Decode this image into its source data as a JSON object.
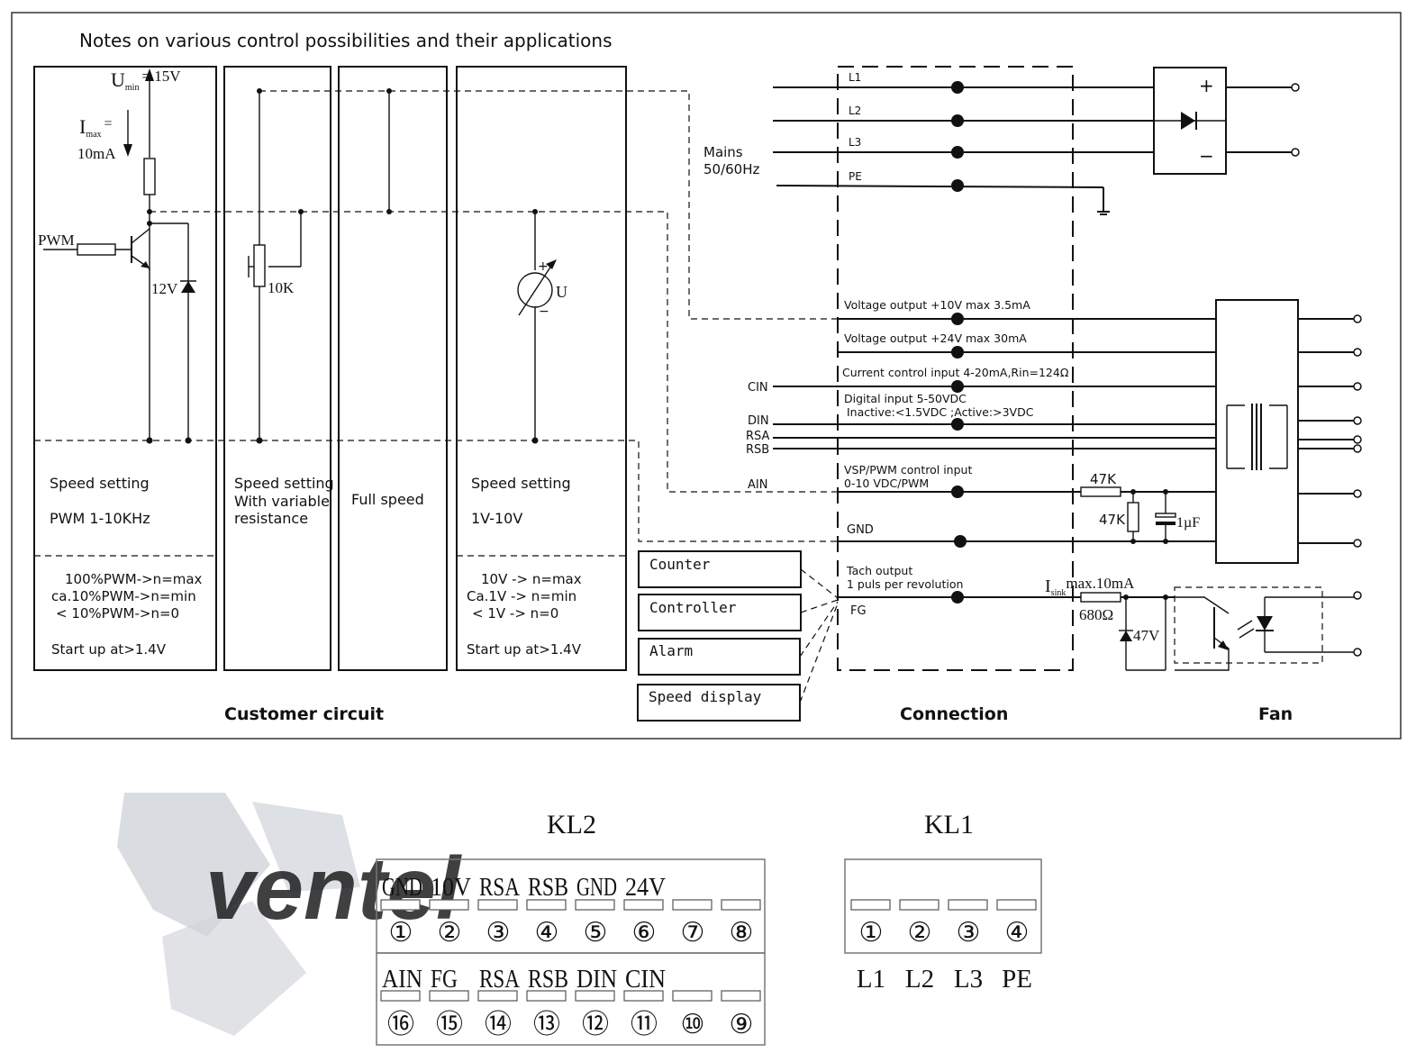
{
  "title": "Notes on various control possibilities and their applications",
  "sections": {
    "customer": "Customer circuit",
    "connection": "Connection",
    "fan": "Fan"
  },
  "panel1": {
    "umin": "U",
    "umin_sub": "min",
    "umin_val": "= 15V",
    "imax": "I",
    "imax_sub": "max",
    "imax_eq": "=",
    "imax_val": "10mA",
    "pwm": "PWM",
    "zener": "12V",
    "line1": "Speed setting",
    "line2": "PWM  1-10KHz",
    "note1": "100%PWM->n=max",
    "note2": "ca.10%PWM->n=min",
    "note3": "< 10%PWM->n=0",
    "note4": "Start up at>1.4V"
  },
  "panel2": {
    "pot": "10K",
    "line1": "Speed setting",
    "line2": "With variable",
    "line3": "resistance"
  },
  "panel3": {
    "line1": "Full speed"
  },
  "panel4": {
    "meter": "U",
    "plus": "+",
    "minus": "−",
    "line1": "Speed setting",
    "line2": "1V-10V",
    "note1": "10V -> n=max",
    "note2": "Ca.1V -> n=min",
    "note3": "< 1V -> n=0",
    "note4": "Start up at>1.4V"
  },
  "outputs": [
    "Counter",
    "Controller",
    "Alarm",
    "Speed display"
  ],
  "mains": {
    "line1": "Mains",
    "line2": "50/60Hz"
  },
  "mains_lines": [
    "L1",
    "L2",
    "L3",
    "PE"
  ],
  "rectifier": {
    "plus": "+",
    "minus": "−"
  },
  "signals": {
    "v10": "Voltage output +10V max 3.5mA",
    "v24": "Voltage output +24V max 30mA",
    "cin_desc": "Current control input 4-20mA,Rin=124Ω",
    "din_desc1": "Digital input 5-50VDC",
    "din_desc2": "Inactive:<1.5VDC ;Active:>3VDC",
    "ain_desc1": "VSP/PWM control input",
    "ain_desc2": "0-10 VDC/PWM",
    "gnd": "GND",
    "tach1": "Tach output",
    "tach2": "1 puls per revolution",
    "fg": "FG"
  },
  "left_labels": [
    "CIN",
    "DIN",
    "RSA",
    "RSB",
    "AIN"
  ],
  "components": {
    "r47k_a": "47K",
    "r47k_b": "47K",
    "cap": "1µF",
    "isink": "I",
    "isink_sub": "sink",
    "isink_val": "max.10mA",
    "r680": "680Ω",
    "z47": "47V"
  },
  "kl2": {
    "title": "KL2",
    "top_labels": [
      "GND",
      "10V",
      "RSA",
      "RSB",
      "GND",
      "24V",
      "",
      ""
    ],
    "top_numbers": [
      "①",
      "②",
      "③",
      "④",
      "⑤",
      "⑥",
      "⑦",
      "⑧"
    ],
    "bottom_labels": [
      "AIN",
      "FG",
      "RSA",
      "RSB",
      "DIN",
      "CIN",
      "",
      ""
    ],
    "bottom_numbers": [
      "⑯",
      "⑮",
      "⑭",
      "⑬",
      "⑫",
      "⑪",
      "⑩",
      "⑨"
    ]
  },
  "kl1": {
    "title": "KL1",
    "numbers": [
      "①",
      "②",
      "③",
      "④"
    ],
    "labels": [
      "L1",
      "L2",
      "L3",
      "PE"
    ]
  },
  "watermark": {
    "text": "ventel",
    "color": "#cfd3d8"
  }
}
